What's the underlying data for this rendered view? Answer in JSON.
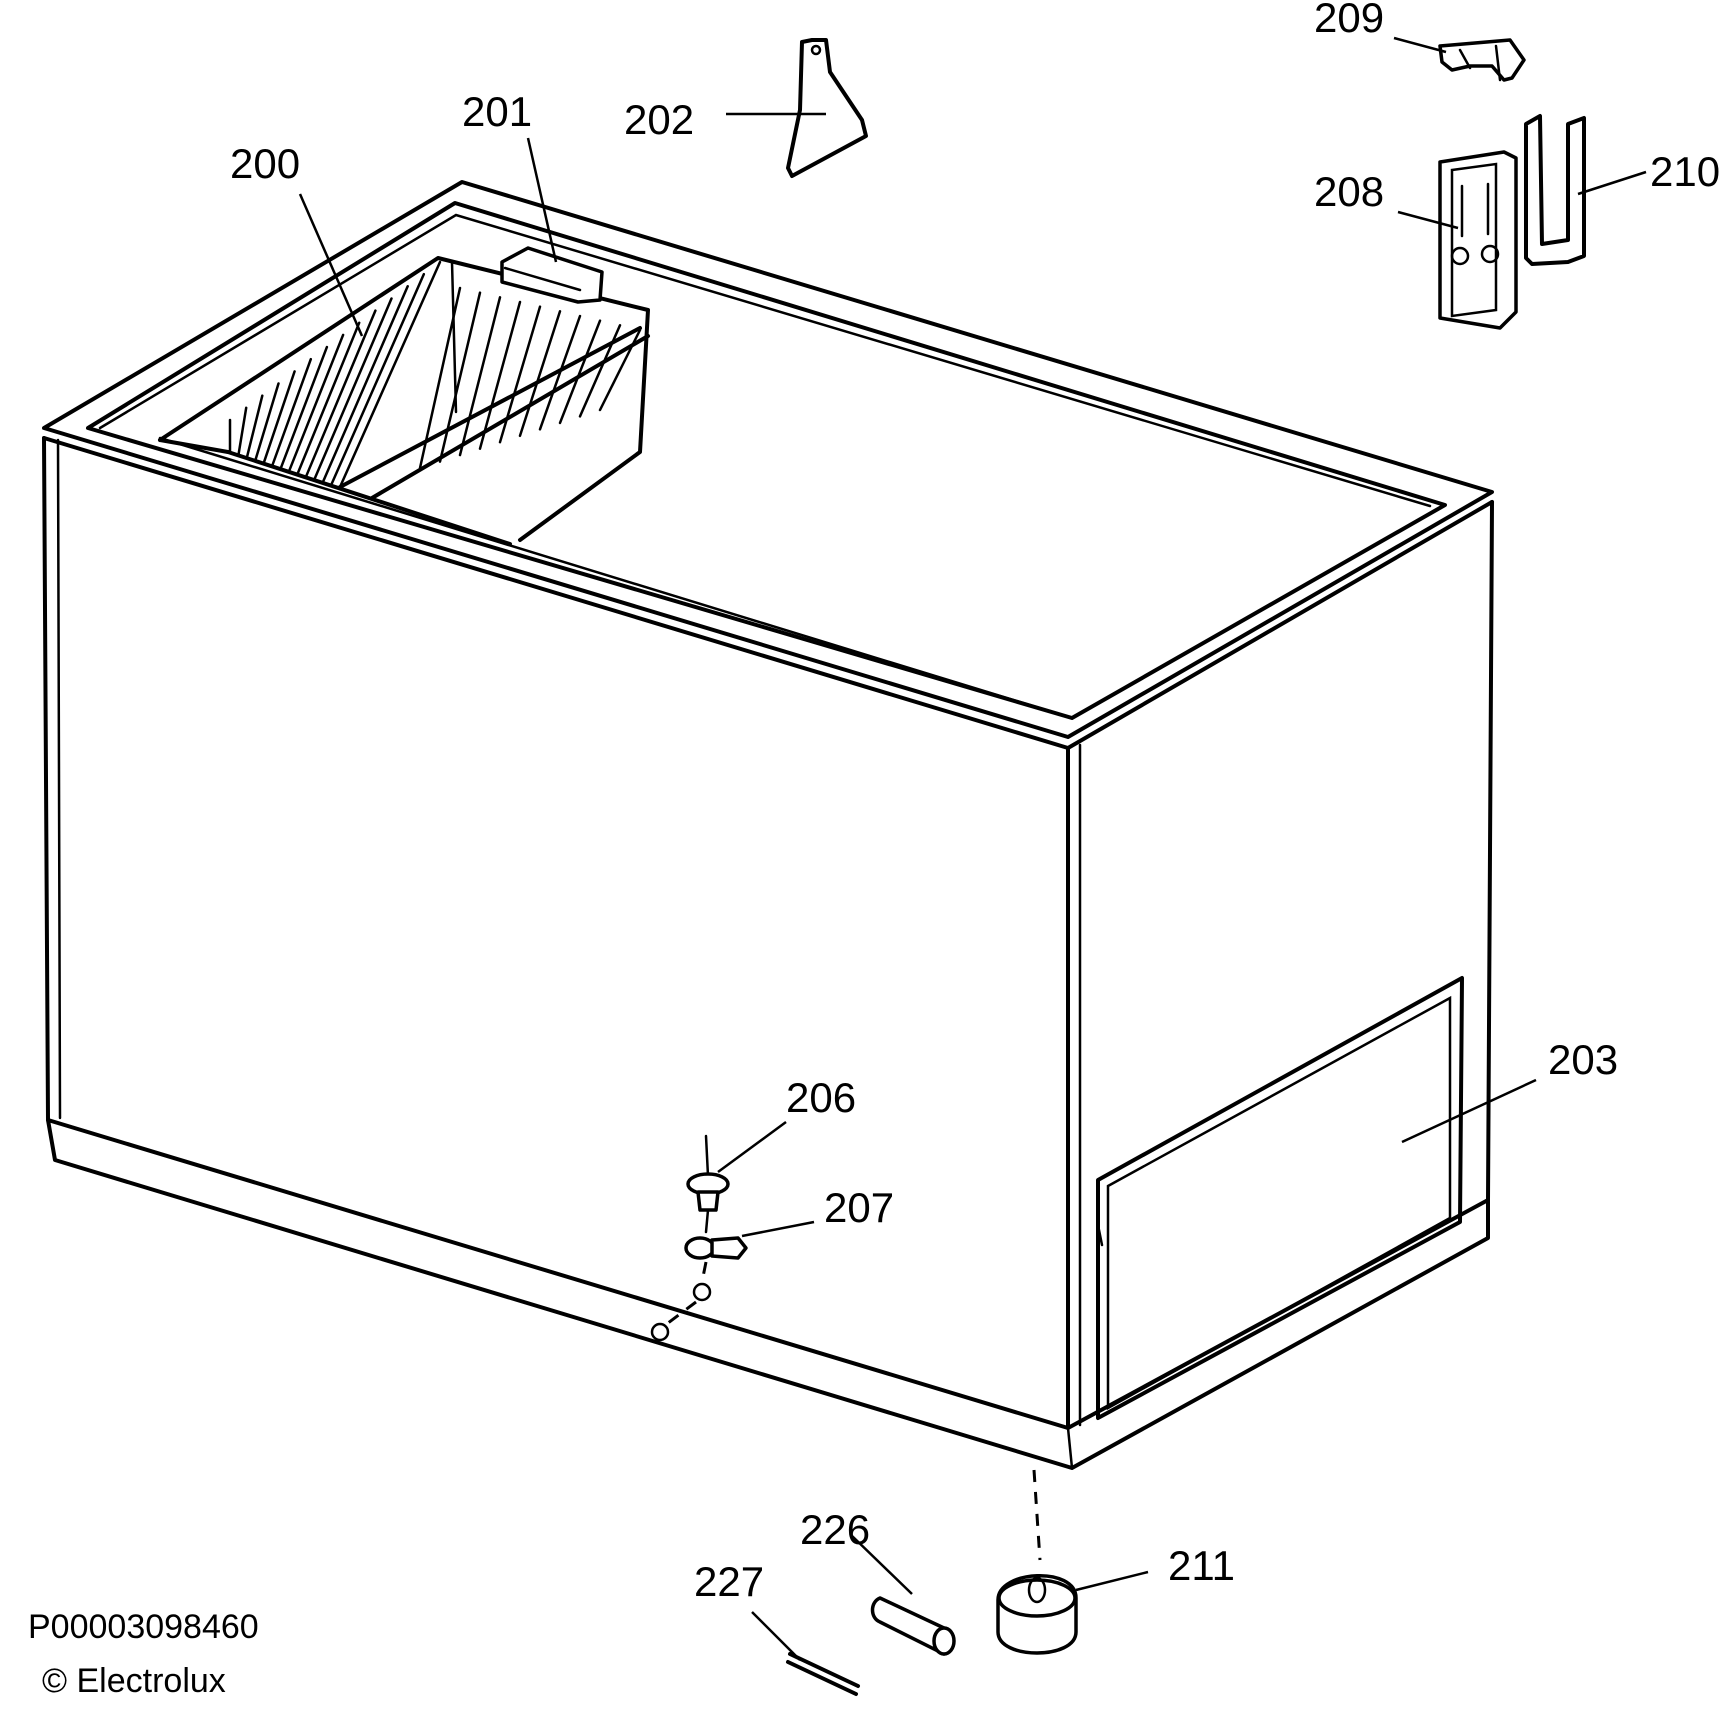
{
  "diagram": {
    "part_labels": {
      "p200": "200",
      "p201": "201",
      "p202": "202",
      "p203": "203",
      "p206": "206",
      "p207": "207",
      "p208": "208",
      "p209": "209",
      "p210": "210",
      "p211": "211",
      "p226": "226",
      "p227": "227"
    },
    "footer": {
      "reference": "P00003098460",
      "copyright": "© Electrolux"
    }
  }
}
